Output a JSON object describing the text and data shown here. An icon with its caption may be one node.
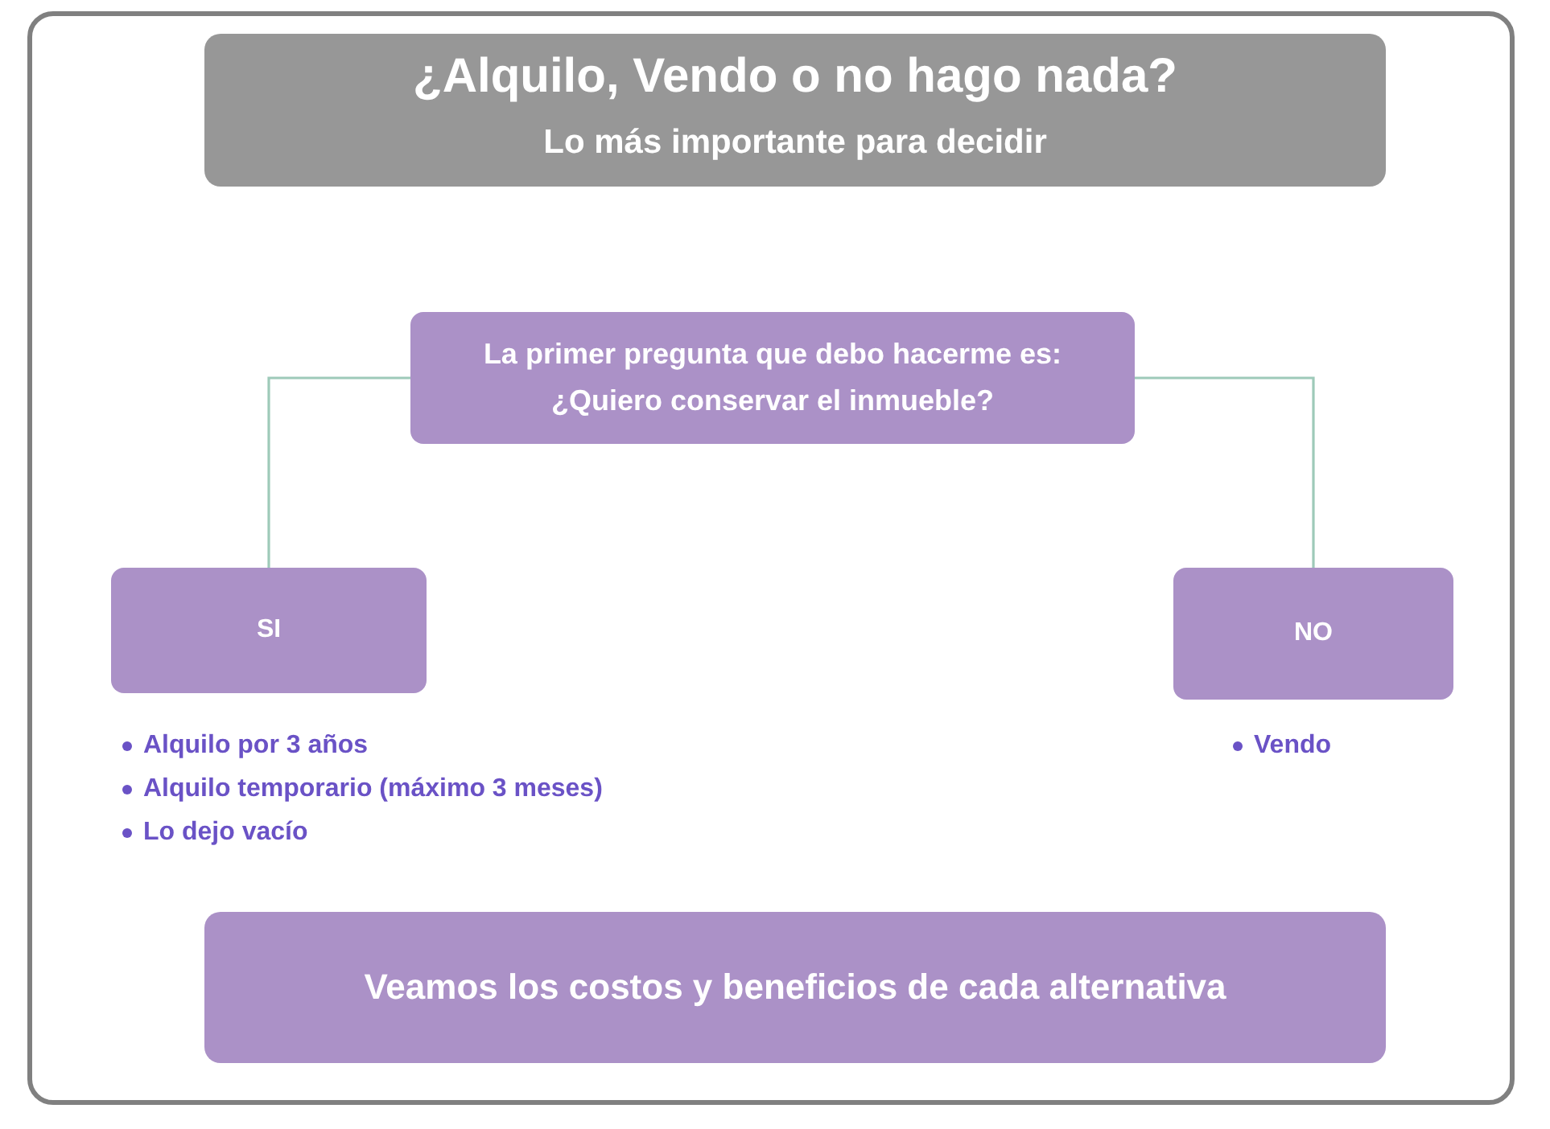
{
  "diagram": {
    "nodes": [
      {
        "text": [
          "¿Alquilo, Vendo o no hago nada?",
          "Lo más importante para decidir"
        ]
      },
      {
        "text": [
          "La primer pregunta que debo hacerme es: ¿Quiero conservar el inmueble?"
        ]
      },
      {
        "text": [
          "SI"
        ],
        "beside": [
          "Alquilo por 3 años",
          "Alquilo temporario (máximo 3 meses)",
          "Lo dejo vacío"
        ]
      },
      {
        "text": [
          "NO"
        ],
        "beside": [
          "Vendo"
        ]
      },
      {
        "text": [
          "Veamos los costos y beneficios de cada alternativa"
        ]
      }
    ],
    "edges": [
      {
        "from": 1,
        "to": 2,
        "arrow": "none"
      },
      {
        "from": 1,
        "to": 3,
        "arrow": "none"
      }
    ]
  }
}
